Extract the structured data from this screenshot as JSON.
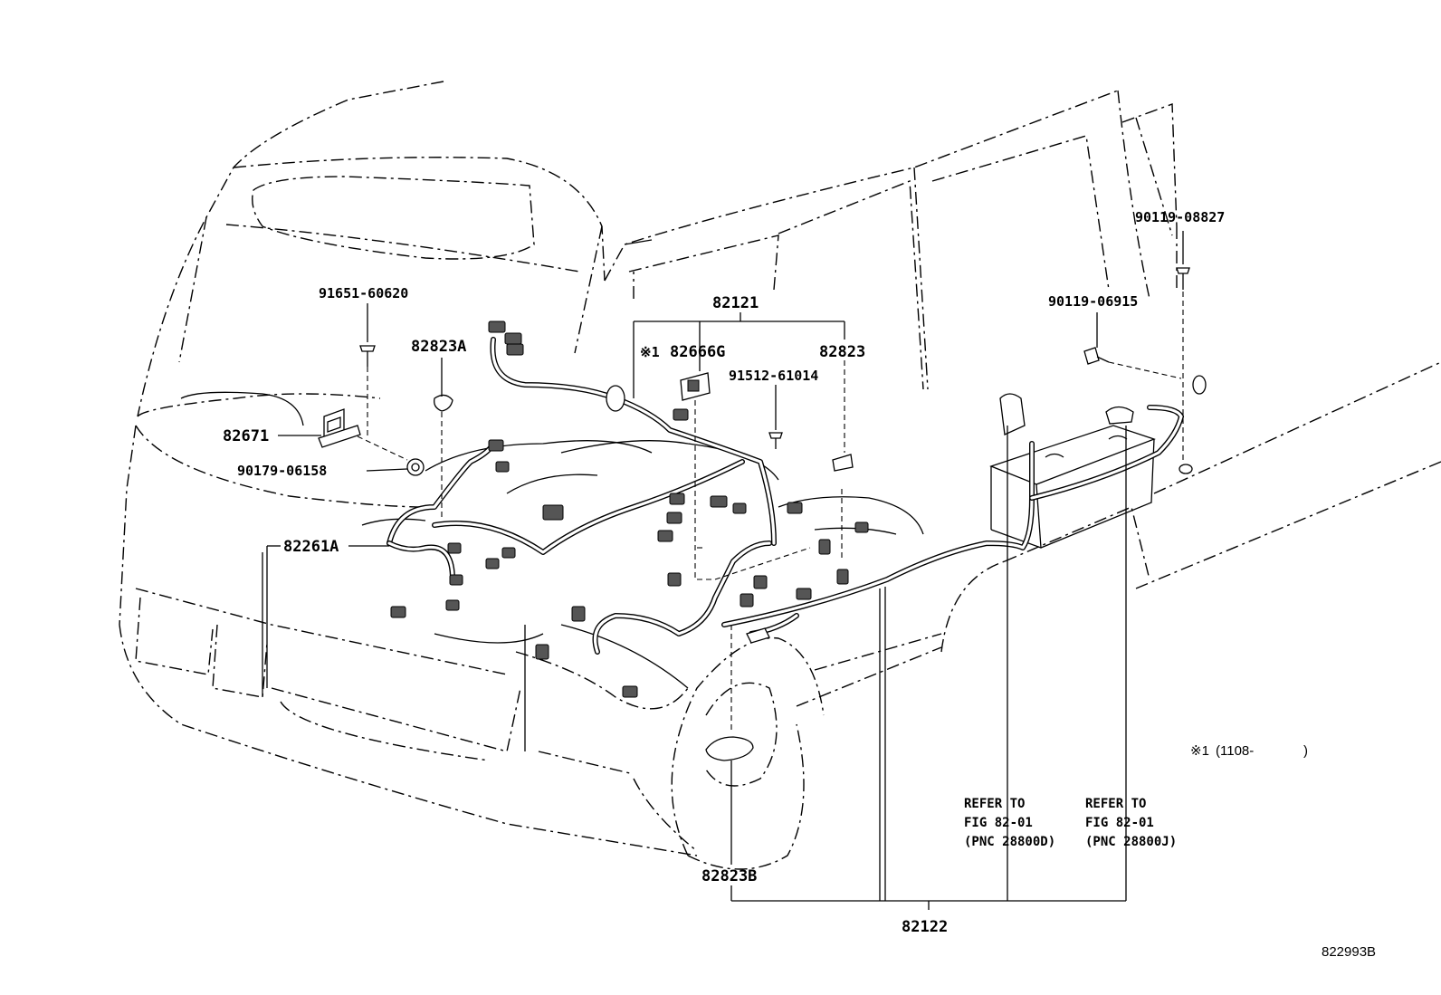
{
  "diagram_code": "822993B",
  "labels": {
    "part_82121": "82121",
    "part_82122": "82122",
    "part_82666G": "82666G",
    "part_82823": "82823",
    "part_82823A": "82823A",
    "part_82823B": "82823B",
    "part_82671": "82671",
    "part_82261A": "82261A",
    "bolt_91651_60620": "91651-60620",
    "clip_90179_06158": "90179-06158",
    "bolt_91512_61014": "91512-61014",
    "bolt_90119_06915": "90119-06915",
    "bolt_90119_08827": "90119-08827",
    "star_mark": "※1"
  },
  "refer_left": {
    "line1": "REFER TO",
    "line2": "FIG 82-01",
    "line3": "(PNC 28800D)"
  },
  "refer_right": {
    "line1": "REFER TO",
    "line2": "FIG 82-01",
    "line3": "(PNC 28800J)"
  },
  "footnote": {
    "mark": "※1",
    "text": "(1108-",
    "close": ")"
  }
}
